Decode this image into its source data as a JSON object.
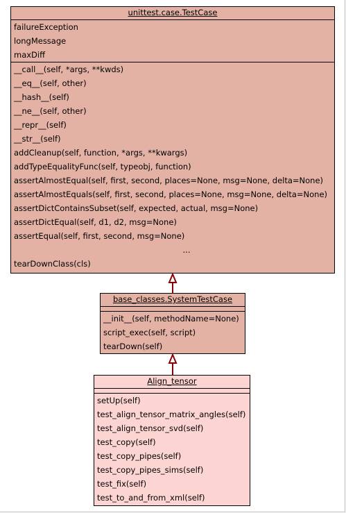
{
  "colors": {
    "base_fill": "#e3b2a5",
    "mid_fill": "#e3b2a5",
    "leaf_fill": "#fcd4d1",
    "arrow": "#8b0000"
  },
  "testcase": {
    "name": "unittest.case.TestCase",
    "attributes": [
      "failureException",
      "longMessage",
      "maxDiff"
    ],
    "methods": [
      "__call__(self, *args, **kwds)",
      "__eq__(self, other)",
      "__hash__(self)",
      "__ne__(self, other)",
      "__repr__(self)",
      "__str__(self)",
      "addCleanup(self, function, *args, **kwargs)",
      "addTypeEqualityFunc(self, typeobj, function)",
      "assertAlmostEqual(self, first, second, places=None, msg=None, delta=None)",
      "assertAlmostEquals(self, first, second, places=None, msg=None, delta=None)",
      "assertDictContainsSubset(self, expected, actual, msg=None)",
      "assertDictEqual(self, d1, d2, msg=None)",
      "assertEqual(self, first, second, msg=None)"
    ],
    "ellipsis": "...",
    "last_method": "tearDownClass(cls)"
  },
  "systemtestcase": {
    "name": "base_classes.SystemTestCase",
    "methods": [
      "__init__(self, methodName=None)",
      "script_exec(self, script)",
      "tearDown(self)"
    ]
  },
  "align_tensor": {
    "name": "Align_tensor",
    "methods": [
      "setUp(self)",
      "test_align_tensor_matrix_angles(self)",
      "test_align_tensor_svd(self)",
      "test_copy(self)",
      "test_copy_pipes(self)",
      "test_copy_pipes_sims(self)",
      "test_fix(self)",
      "test_to_and_from_xml(self)"
    ]
  }
}
